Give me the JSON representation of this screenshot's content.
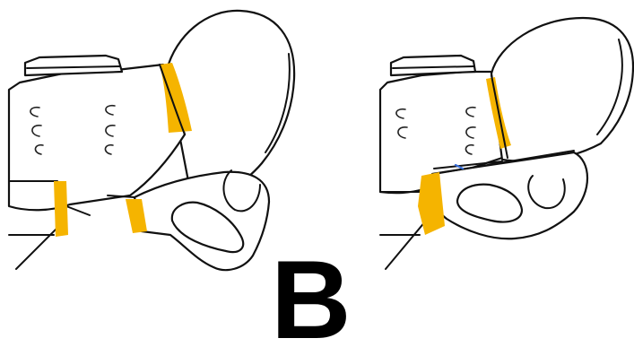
{
  "figure": {
    "panel_label": "B",
    "highlight_color": "#f5b400",
    "line_color": "#111111",
    "background_color": "#ffffff",
    "accent_stroke_color": "#3a6fd8"
  },
  "drawings": [
    {
      "name": "pelvis-left-view",
      "highlighted_regions": 3
    },
    {
      "name": "pelvis-right-view",
      "highlighted_regions": 2
    }
  ]
}
